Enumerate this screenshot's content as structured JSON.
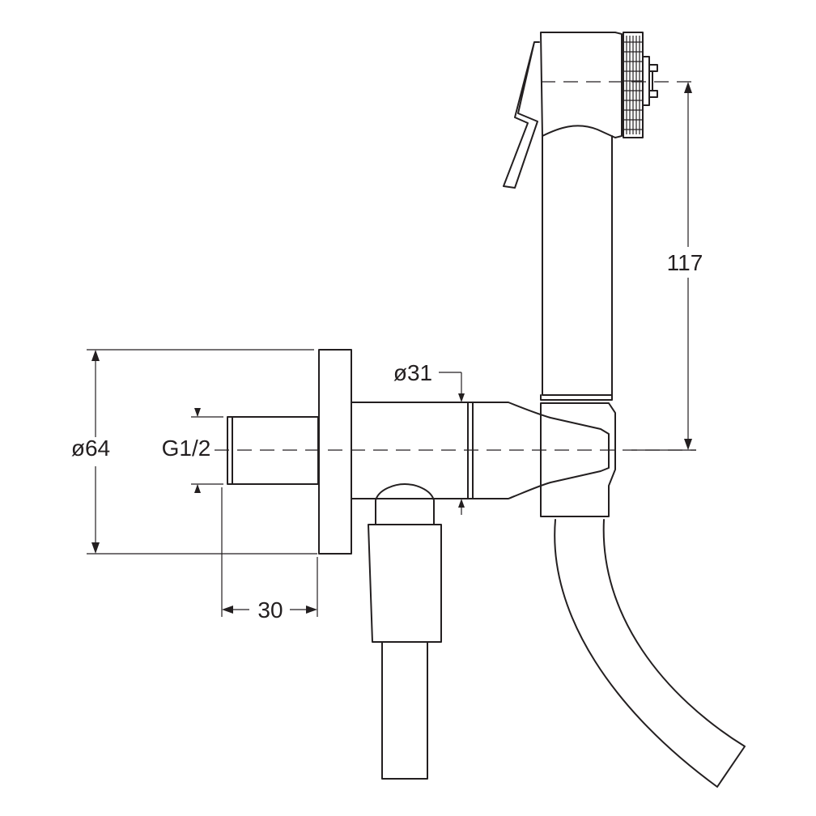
{
  "dimensions": {
    "flange_diameter": "ø64",
    "thread": "G1/2",
    "body_diameter": "ø31",
    "height": "117",
    "depth": "30"
  }
}
